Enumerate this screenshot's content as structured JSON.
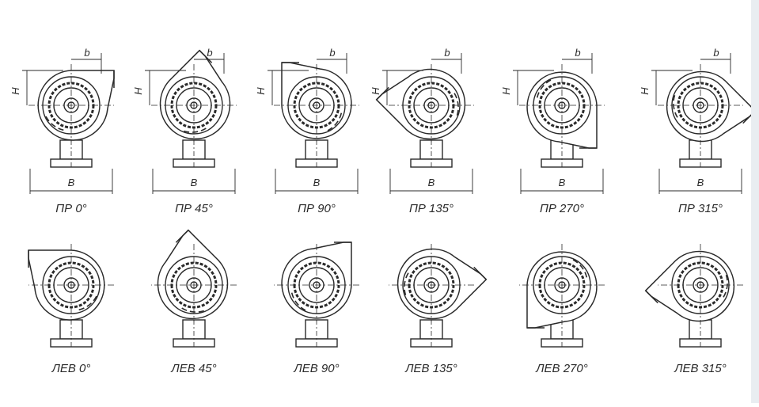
{
  "dimension_labels": {
    "height": "H",
    "width": "B",
    "offset": "b"
  },
  "rows": [
    {
      "side": "right",
      "items": [
        {
          "label": "ПР 0°",
          "angle": 0
        },
        {
          "label": "ПР 45°",
          "angle": 45
        },
        {
          "label": "ПР 90°",
          "angle": 90
        },
        {
          "label": "ПР 135°",
          "angle": 135
        },
        {
          "label": "ПР 270°",
          "angle": 270
        },
        {
          "label": "ПР 315°",
          "angle": 315
        }
      ]
    },
    {
      "side": "left",
      "items": [
        {
          "label": "ЛЕВ 0°",
          "angle": 0
        },
        {
          "label": "ЛЕВ 45°",
          "angle": 45
        },
        {
          "label": "ЛЕВ 90°",
          "angle": 90
        },
        {
          "label": "ЛЕВ 135°",
          "angle": 135
        },
        {
          "label": "ЛЕВ 270°",
          "angle": 270
        },
        {
          "label": "ЛЕВ 315°",
          "angle": 315
        }
      ]
    }
  ],
  "colors": {
    "stroke": "#2a2a2a",
    "background": "#ffffff",
    "edge": "#e9edf1"
  }
}
